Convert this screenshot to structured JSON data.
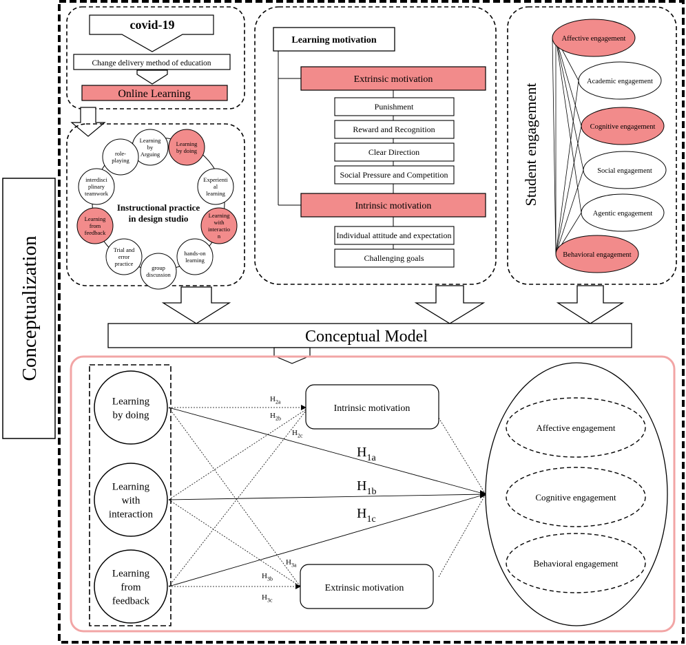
{
  "side_title": "Conceptualization",
  "covid": {
    "title": "covid-19",
    "change": "Change delivery method of education",
    "online": "Online Learning"
  },
  "practice": {
    "center_line1": "Instructional practice",
    "center_line2": "in design studio",
    "nodes": [
      {
        "lines": [
          "Learning",
          "by",
          "Arguing"
        ],
        "highlight": false
      },
      {
        "lines": [
          "Learning",
          "by doing"
        ],
        "highlight": true
      },
      {
        "lines": [
          "Experienti",
          "al",
          "learning"
        ],
        "highlight": false
      },
      {
        "lines": [
          "Learning",
          "with",
          "interactio",
          "n"
        ],
        "highlight": true
      },
      {
        "lines": [
          "hands-on",
          "learning"
        ],
        "highlight": false
      },
      {
        "lines": [
          "group",
          "discussion"
        ],
        "highlight": false
      },
      {
        "lines": [
          "Trial and",
          "error",
          "practice"
        ],
        "highlight": false
      },
      {
        "lines": [
          "Learning",
          "from",
          "feedback"
        ],
        "highlight": true
      },
      {
        "lines": [
          "interdisci",
          "plinary",
          "teamwork"
        ],
        "highlight": false
      },
      {
        "lines": [
          "role-",
          "playing"
        ],
        "highlight": false
      }
    ]
  },
  "motivation": {
    "title": "Learning motivation",
    "extrinsic": "Extrinsic motivation",
    "extrinsic_items": [
      "Punishment",
      "Reward and Recognition",
      "Clear Direction",
      "Social Pressure and Competition"
    ],
    "intrinsic": "Intrinsic motivation",
    "intrinsic_items": [
      "Individual attitude and expectation",
      "Challenging goals"
    ]
  },
  "engagement": {
    "title": "Student engagement",
    "items": [
      {
        "label": "Affective engagement",
        "highlight": true
      },
      {
        "label": "Academic engagement",
        "highlight": false
      },
      {
        "label": "Cognitive engagement",
        "highlight": true
      },
      {
        "label": "Social engagement",
        "highlight": false
      },
      {
        "label": "Agentic engagement",
        "highlight": false
      },
      {
        "label": "Behavioral engagement",
        "highlight": true
      }
    ]
  },
  "conceptual_model": "Conceptual Model",
  "model": {
    "inputs": [
      {
        "lines": [
          "Learning",
          "by doing"
        ]
      },
      {
        "lines": [
          "Learning",
          "with",
          "interaction"
        ]
      },
      {
        "lines": [
          "Learning",
          "from",
          "feedback"
        ]
      }
    ],
    "intrinsic": "Intrinsic motivation",
    "extrinsic": "Extrinsic motivation",
    "engagement": [
      "Affective engagement",
      "Cognitive engagement",
      "Behavioral engagement"
    ],
    "hypotheses": {
      "h2a": {
        "base": "H",
        "sub": "2a"
      },
      "h2b": {
        "base": "H",
        "sub": "2b"
      },
      "h2c": {
        "base": "H",
        "sub": "2c"
      },
      "h1a": {
        "base": "H",
        "sub": "1a"
      },
      "h1b": {
        "base": "H",
        "sub": "1b"
      },
      "h1c": {
        "base": "H",
        "sub": "1c"
      },
      "h3a": {
        "base": "H",
        "sub": "3a"
      },
      "h3b": {
        "base": "H",
        "sub": "3b"
      },
      "h3c": {
        "base": "H",
        "sub": "3c"
      }
    }
  },
  "colors": {
    "highlight": "#f28b8b",
    "model_border": "#f2a5a5"
  }
}
